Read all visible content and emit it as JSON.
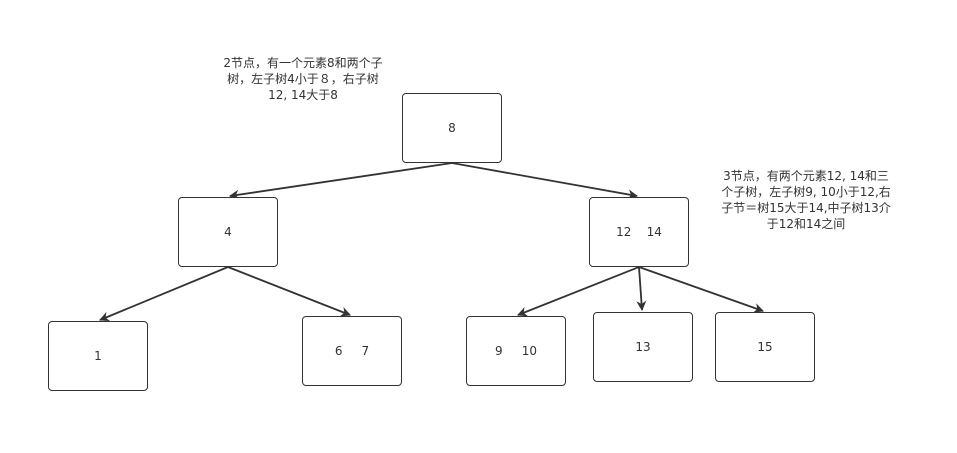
{
  "diagram": {
    "nodes": {
      "root": "8",
      "left": "4",
      "right": "12    14",
      "leaf_1": "1",
      "leaf_6_7": "6     7",
      "leaf_9_10": "9     10",
      "leaf_13": "13",
      "leaf_15": "15"
    },
    "notes": {
      "two_node": [
        "2节点，有一个元素8和两个子",
        "树，左子树4小于８，右子树",
        "12, 14大于8"
      ],
      "three_node": [
        "3节点，有两个元素12, 14和三",
        "个子树，左子树9, 10小于12,右",
        "子节＝树15大于14,中子树13介",
        "于12和14之间"
      ]
    },
    "colors": {
      "stroke": "#333333",
      "text": "#333333",
      "background": "#ffffff"
    }
  }
}
